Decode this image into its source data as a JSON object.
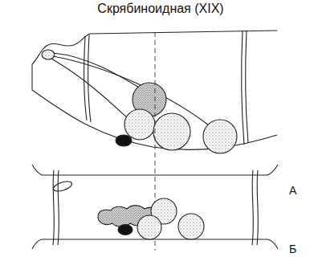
{
  "diagram": {
    "title": "Скрябиноидная (XIX)",
    "labels": [
      "А",
      "Б"
    ]
  }
}
